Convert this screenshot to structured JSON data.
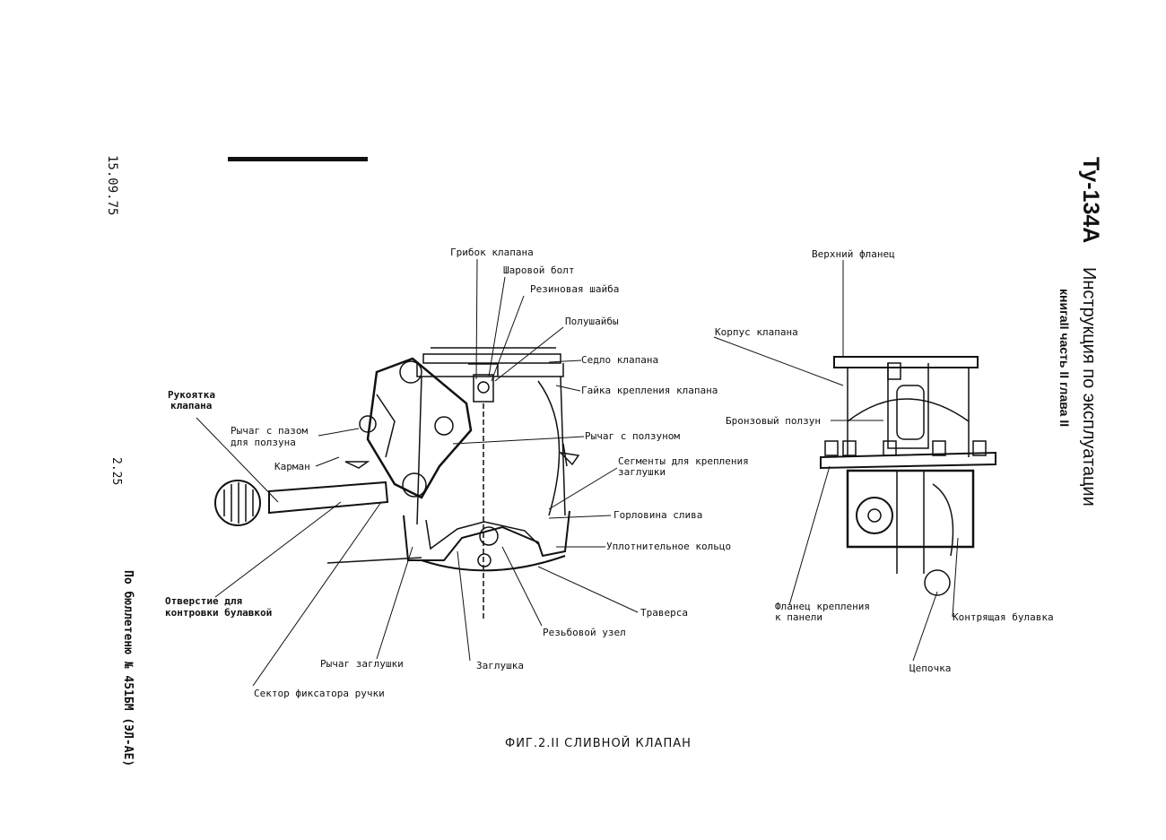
{
  "header": {
    "aircraft": "Ту-134А",
    "manual_title": "Инструкция по эксплуатации",
    "subtitle": "книгаII  часть II  глава II"
  },
  "margin": {
    "date": "15.09.75",
    "page_number": "2.25",
    "bulletin": "По бюллетеню № 451БМ (ЭЛ-АЕ)"
  },
  "labels": {
    "mushroom": "Грибок клапана",
    "ball_bolt": "Шаровой болт",
    "rubber_washer": "Резиновая шайба",
    "half_washers": "Полушайбы",
    "valve_seat": "Седло клапана",
    "valve_nut": "Гайка крепления клапана",
    "handle_1": "Рукоятка",
    "handle_2": "клапана",
    "slot_lever_1": "Рычаг с пазом",
    "slot_lever_2": "для ползуна",
    "pocket": "Карман",
    "slider_lever": "Рычаг с ползуном",
    "segments_1": "Сегменты для крепления",
    "segments_2": "заглушки",
    "drain_neck": "Горловина слива",
    "seal_ring": "Уплотнительное кольцо",
    "hole_1": "Отверстие для",
    "hole_2": "контровки булавкой",
    "traverse": "Траверса",
    "threaded_unit": "Резьбовой узел",
    "plug_lever": "Рычаг заглушки",
    "plug": "Заглушка",
    "sector": "Сектор фиксатора ручки",
    "upper_flange": "Верхний фланец",
    "valve_body": "Корпус клапана",
    "bronze_slider": "Бронзовый ползун",
    "panel_flange_1": "Фланец крепления",
    "panel_flange_2": "к панели",
    "lock_pin": "Контрящая булавка",
    "chain": "Цепочка"
  },
  "caption": "ФИГ.2.II СЛИВНОЙ КЛАПАН"
}
